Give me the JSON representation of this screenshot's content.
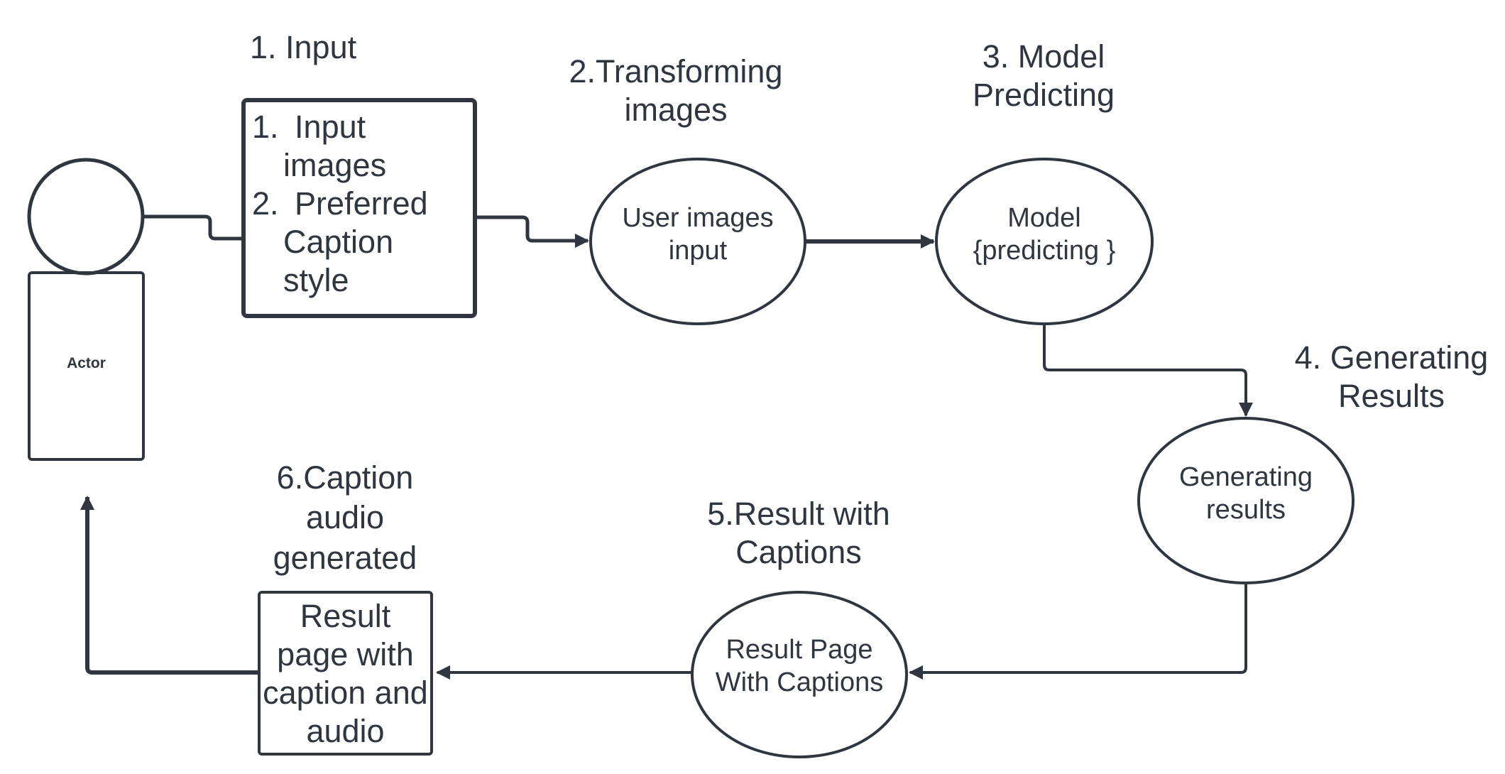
{
  "colors": {
    "stroke": "#2f3640",
    "text": "#2f3640",
    "background": "#ffffff"
  },
  "icons": {
    "actor": "person-actor-icon"
  },
  "actor": {
    "label": "Actor"
  },
  "steps": [
    {
      "id": "input",
      "title_lines": [
        "1. Input"
      ]
    },
    {
      "id": "transforming",
      "title_lines": [
        "2.Transforming",
        "images"
      ]
    },
    {
      "id": "model",
      "title_lines": [
        "3. Model",
        "Predicting"
      ]
    },
    {
      "id": "generating",
      "title_lines": [
        "4. Generating",
        "Results"
      ]
    },
    {
      "id": "result",
      "title_lines": [
        "5.Result with",
        "Captions"
      ]
    },
    {
      "id": "caption-audio",
      "title_lines": [
        "6.Caption",
        "audio",
        "generated"
      ]
    }
  ],
  "input_box": {
    "items": [
      {
        "number": "1.",
        "lines": [
          "Input",
          "images"
        ]
      },
      {
        "number": "2.",
        "lines": [
          "Preferred",
          "Caption",
          "style"
        ]
      }
    ]
  },
  "nodes": {
    "user_images": {
      "lines": [
        "User images",
        "input"
      ]
    },
    "model": {
      "lines": [
        "Model",
        "{predicting }"
      ]
    },
    "generating": {
      "lines": [
        "Generating",
        "results"
      ]
    },
    "result_page": {
      "lines": [
        "Result Page",
        "With Captions"
      ]
    }
  },
  "output_box": {
    "lines": [
      "Result",
      "page with",
      "caption and",
      "audio"
    ]
  }
}
